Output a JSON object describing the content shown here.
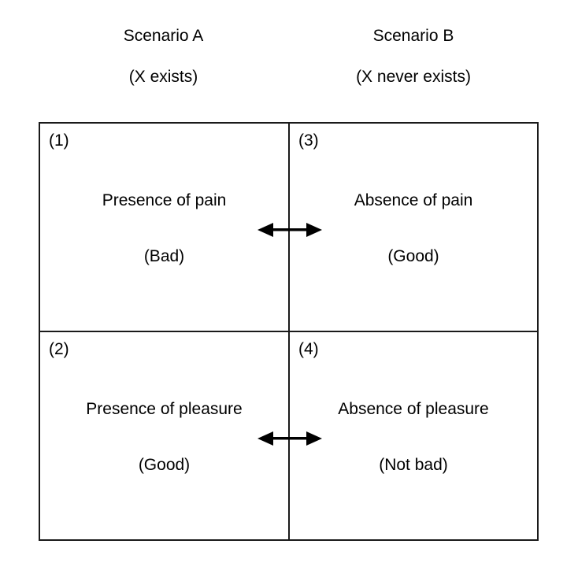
{
  "columns": [
    {
      "title": "Scenario A",
      "subtitle": "(X exists)"
    },
    {
      "title": "Scenario B",
      "subtitle": "(X never exists)"
    }
  ],
  "quadrants": [
    {
      "index": "(1)",
      "main": "Presence of pain",
      "valence": "(Bad)"
    },
    {
      "index": "(3)",
      "main": "Absence of pain",
      "valence": "(Good)"
    },
    {
      "index": "(2)",
      "main": "Presence of pleasure",
      "valence": "(Good)"
    },
    {
      "index": "(4)",
      "main": "Absence of pleasure",
      "valence": "(Not bad)"
    }
  ],
  "arrows": [
    {
      "name": "pain-comparison-arrow",
      "kind": "double-headed-horizontal"
    },
    {
      "name": "pleasure-comparison-arrow",
      "kind": "double-headed-horizontal"
    }
  ],
  "colors": {
    "line": "#1a1a1a",
    "text": "#000000",
    "background": "#ffffff"
  }
}
